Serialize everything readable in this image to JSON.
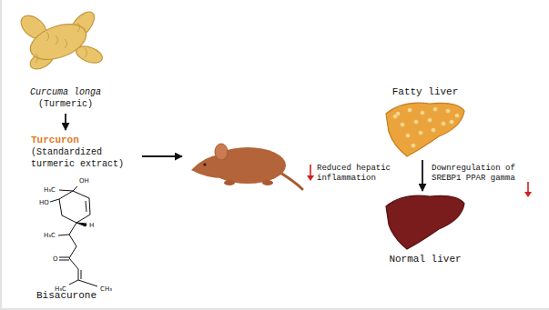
{
  "diagram": {
    "nodes": [
      {
        "text": [
          "Curcuma longa",
          "(Turmeric)"
        ]
      },
      {
        "text": [
          "Turcuron",
          "(Standardized turmeric extract)"
        ]
      },
      {
        "text": [
          "Bisacurone"
        ]
      },
      {
        "text": [
          "Reduced hepatic inflammation"
        ]
      },
      {
        "text": [
          "Fatty liver"
        ]
      },
      {
        "text": [
          "Normal liver"
        ]
      }
    ],
    "edges": [
      {
        "from": 0,
        "to": 1,
        "arrow": "to"
      },
      {
        "from": 1,
        "to": 3,
        "arrow": "to"
      },
      {
        "from": 4,
        "to": 5,
        "arrow": "to",
        "label": "Downregulation of SREBP1 PPAR gamma"
      }
    ],
    "labels": [
      "OH",
      "H₃C",
      "HO",
      "H₃C",
      "H",
      "O",
      "H₃C",
      "CH₃"
    ]
  }
}
